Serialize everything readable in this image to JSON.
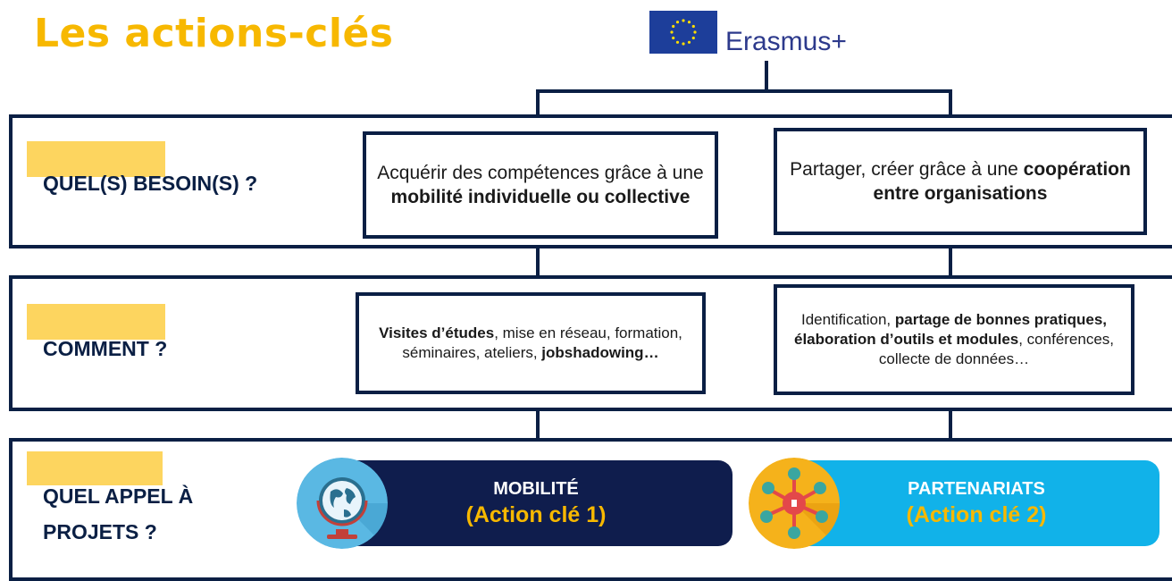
{
  "header": {
    "title": "Les actions-clés",
    "brand": "Erasmus+"
  },
  "rows": [
    {
      "label": "QUEL(S) BESOIN(S) ?",
      "boxes": [
        {
          "parts": [
            {
              "text": "Acquérir des compétences grâce à une ",
              "bold": false
            },
            {
              "text": "mobilité individuelle ou collective",
              "bold": true
            }
          ]
        },
        {
          "parts": [
            {
              "text": "Partager, créer grâce à une ",
              "bold": false
            },
            {
              "text": "coopération entre organisations",
              "bold": true
            }
          ]
        }
      ]
    },
    {
      "label": "COMMENT ?",
      "boxes": [
        {
          "parts": [
            {
              "text": "Visites d’études",
              "bold": true
            },
            {
              "text": ", mise en réseau, formation, séminaires, ateliers, ",
              "bold": false
            },
            {
              "text": "jobshadowing…",
              "bold": true
            }
          ]
        },
        {
          "parts": [
            {
              "text": "Identification, ",
              "bold": false
            },
            {
              "text": "partage de bonnes pratiques, élaboration d’outils et modules",
              "bold": true
            },
            {
              "text": ", conférences, collecte de données…",
              "bold": false
            }
          ]
        }
      ]
    },
    {
      "label_line1": "QUEL APPEL À",
      "label_line2": "PROJETS ?",
      "calls": [
        {
          "title": "MOBILITÉ",
          "subtitle": "(Action clé 1)",
          "icon": "globe-icon"
        },
        {
          "title": "PARTENARIATS",
          "subtitle": "(Action clé 2)",
          "icon": "network-icon"
        }
      ]
    }
  ],
  "colors": {
    "title_yellow": "#f7b800",
    "navy": "#0a1f44",
    "highlight": "#fdd55f",
    "mobility_bg": "#0f1d4d",
    "partnership_bg": "#11b2e9",
    "eu_blue": "#1d3e9a"
  }
}
